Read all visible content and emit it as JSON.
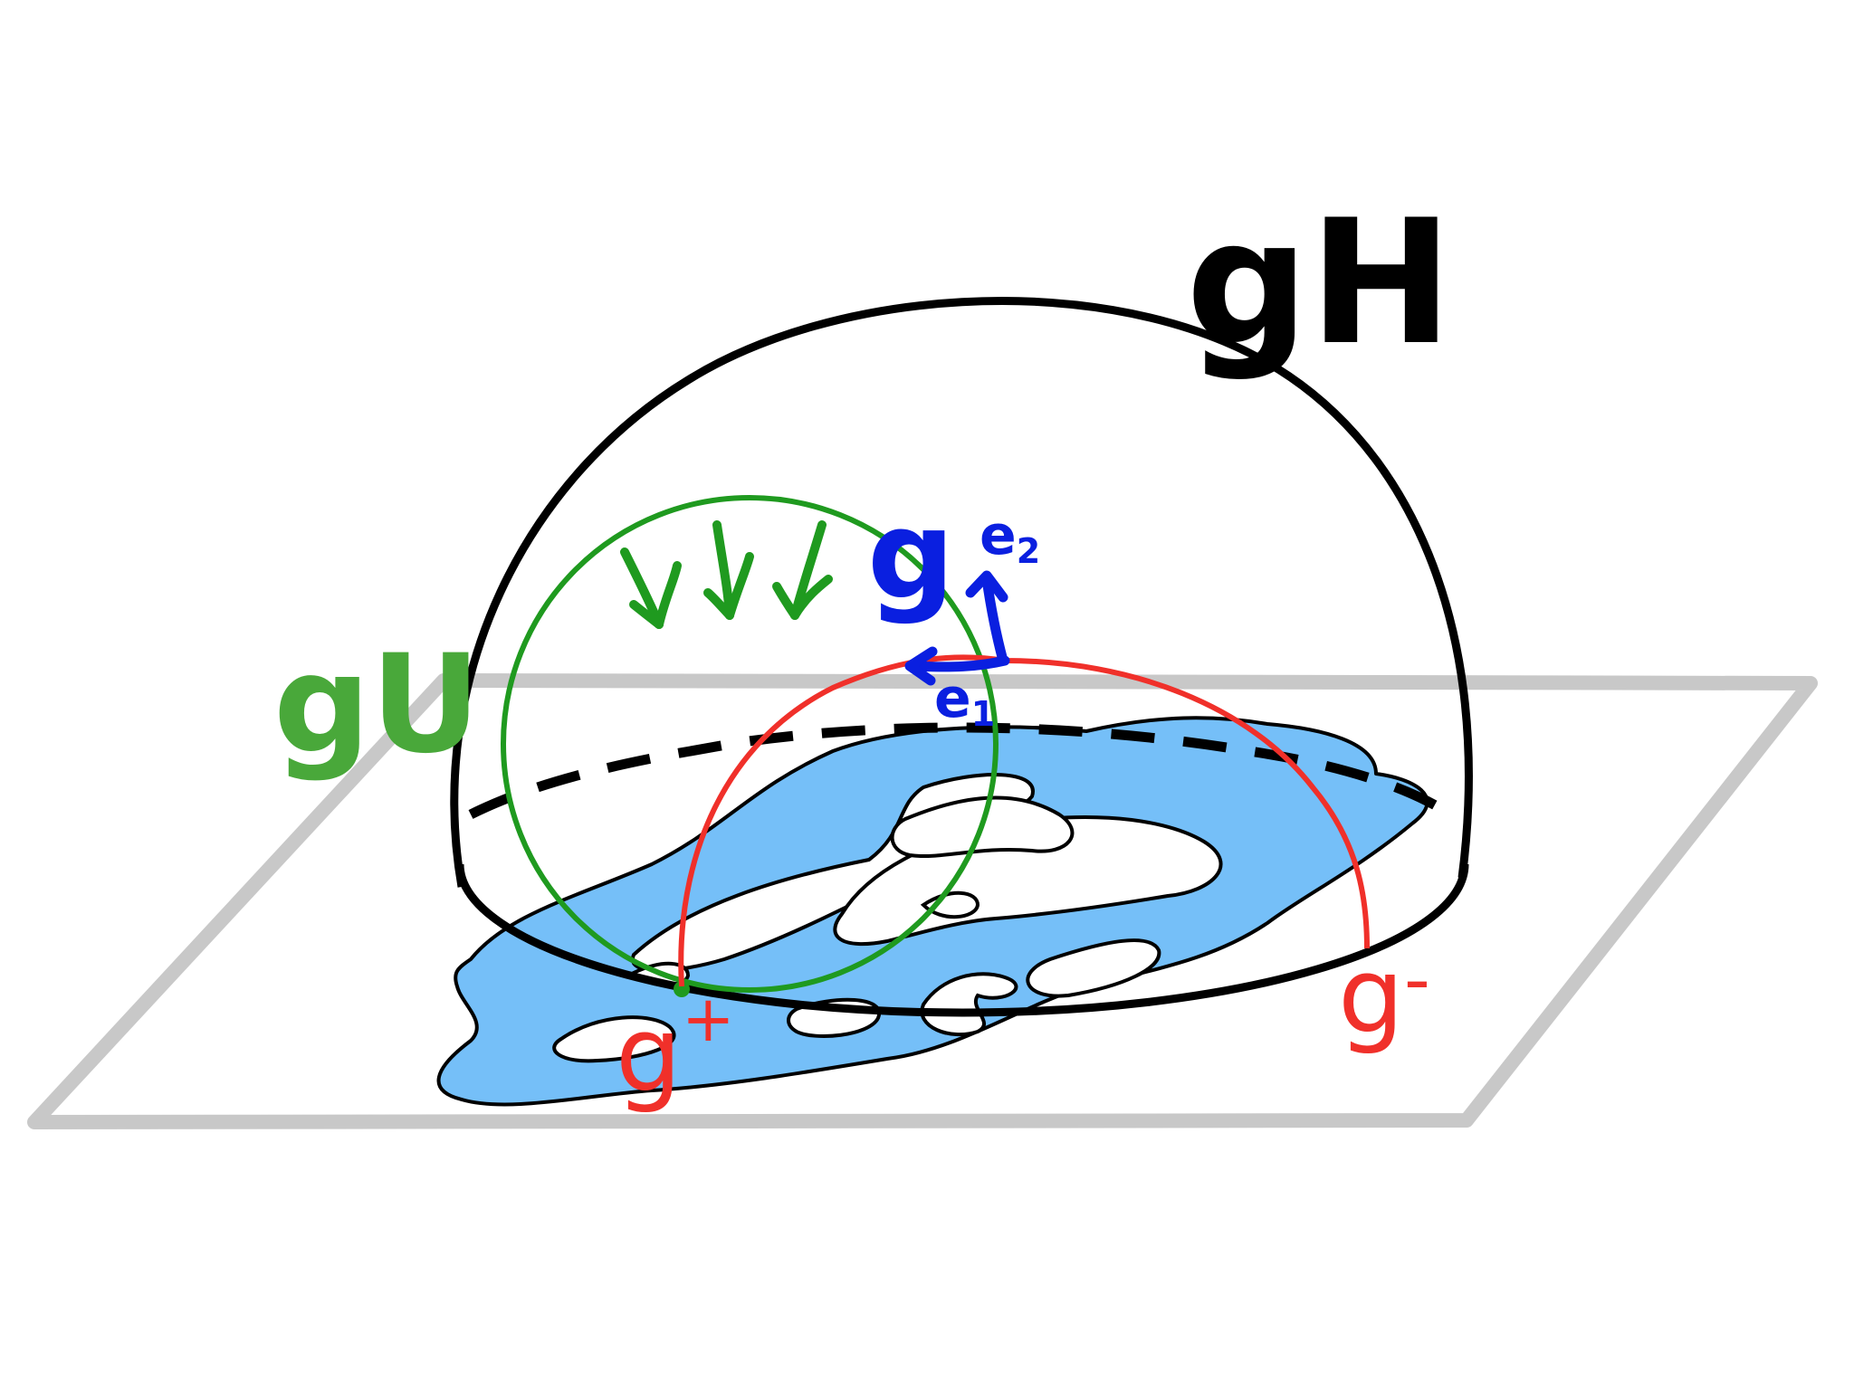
{
  "labels": {
    "gH": "gH",
    "gU": "gU",
    "g": "g",
    "e1": "e",
    "e1_sub": "1",
    "e2": "e",
    "e2_sub": "2",
    "g_plus": "g",
    "g_plus_sup": "+",
    "g_minus": "g",
    "g_minus_sup": "-"
  },
  "colors": {
    "hemisphere": "#000000",
    "plane": "#c8c8c8",
    "horocycle": "#1f9a1f",
    "geodesic": "#f0302a",
    "frame": "#0a1fe0",
    "region_fill": "#75bff8",
    "region_outline": "#000000"
  }
}
